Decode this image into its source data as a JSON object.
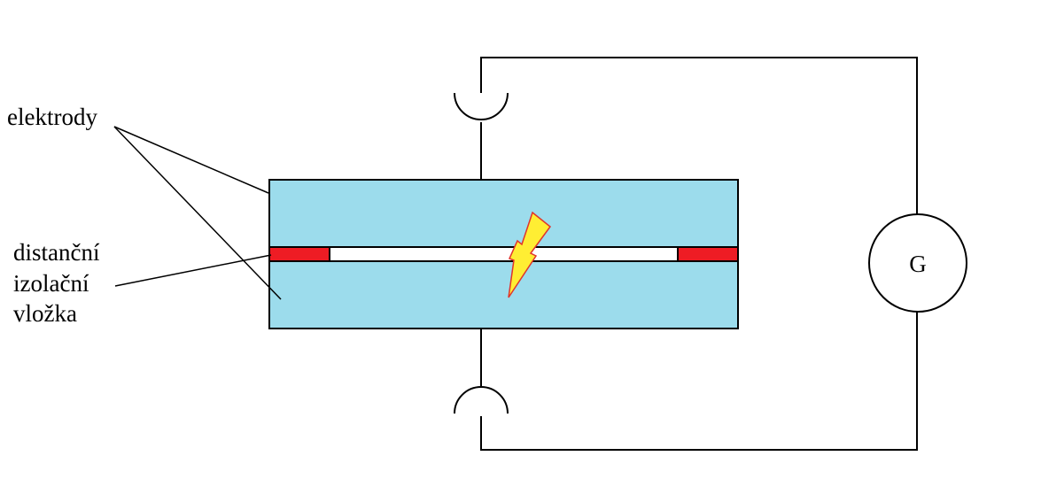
{
  "labels": {
    "electrodes": "elektrody",
    "spacer_line1": "distanční",
    "spacer_line2": "izolační",
    "spacer_line3": "vložka",
    "generator": "G"
  },
  "colors": {
    "electrode": "#9cdcec",
    "spacer": "#ee1c24",
    "gap": "#ffffff",
    "spark": "#ffee33",
    "spark_outline": "#e0342c",
    "wire": "#000000"
  },
  "icons": {
    "spark": "lightning-bolt-icon",
    "generator": "generator-circle-icon",
    "connector": "connector-arc-icon"
  }
}
